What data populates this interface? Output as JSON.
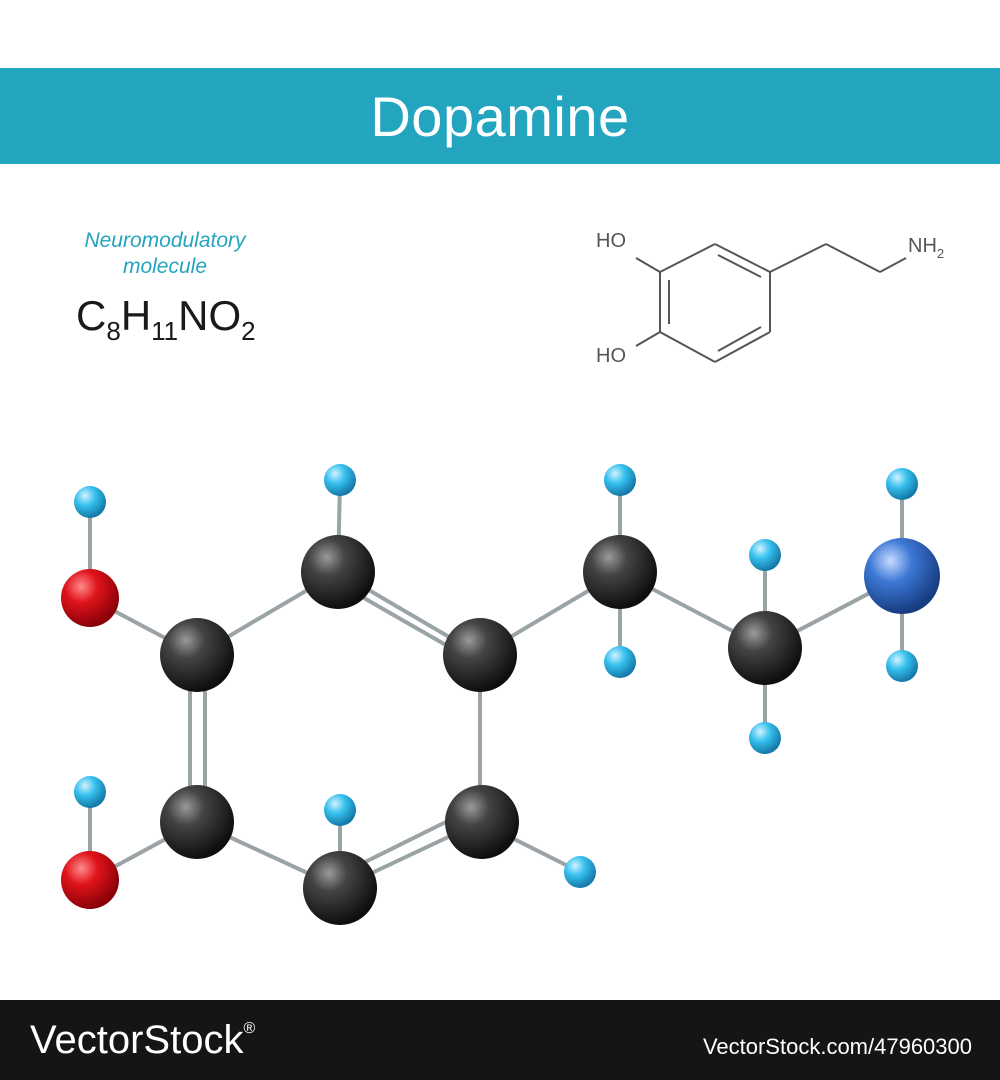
{
  "header": {
    "title": "Dopamine"
  },
  "description": {
    "line1": "Neuromodulatory",
    "line2": "molecule"
  },
  "formula": {
    "c": "C",
    "c_count": "8",
    "h": "H",
    "h_count": "11",
    "n": "N",
    "o": "O",
    "o_count": "2"
  },
  "skeletal": {
    "ho_top": "HO",
    "ho_bottom": "HO",
    "nh": "NH",
    "nh_sub": "2"
  },
  "atom_colors": {
    "carbon": "#3a3a3a",
    "oxygen": "#e0141c",
    "nitrogen": "#3d78d6",
    "hydrogen": "#36c0ee"
  },
  "footer": {
    "brand": "VectorStock",
    "registered": "®",
    "image_id": "VectorStock.com/47960300"
  }
}
